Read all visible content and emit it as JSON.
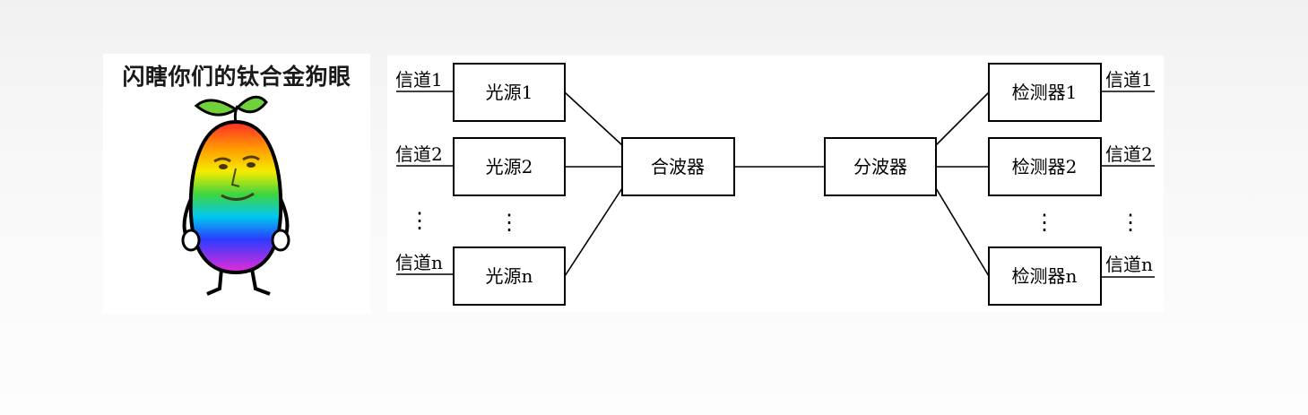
{
  "meme": {
    "caption": "闪瞎你们的钛合金狗眼"
  },
  "diagram": {
    "sources": [
      "光源1",
      "光源2",
      "光源n"
    ],
    "detectors": [
      "检测器1",
      "检测器2",
      "检测器n"
    ],
    "input_channels": [
      "信道1",
      "信道2",
      "信道n"
    ],
    "output_channels": [
      "信道1",
      "信道2",
      "信道n"
    ],
    "multiplexer": "合波器",
    "demultiplexer": "分波器",
    "ellipsis": "⋮"
  },
  "colors": {
    "line": "#000000",
    "box_fill": "#ffffff",
    "panel": "#ffffff"
  }
}
